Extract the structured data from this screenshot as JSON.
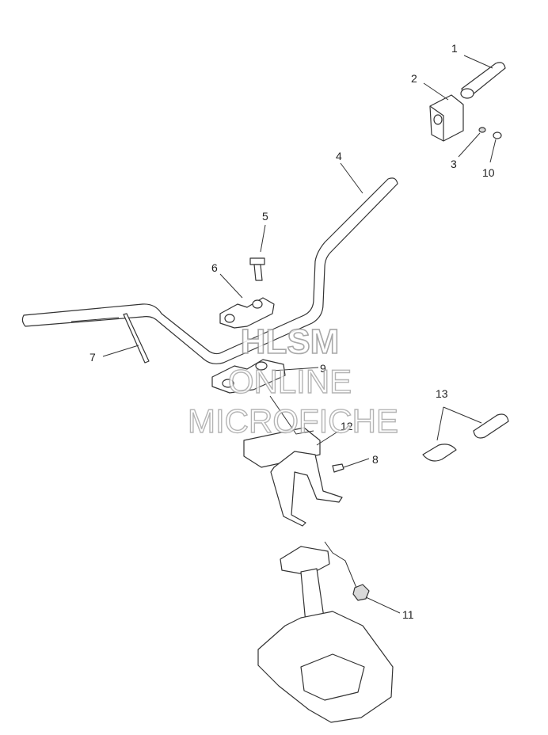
{
  "callouts": [
    "1",
    "2",
    "3",
    "4",
    "5",
    "6",
    "7",
    "8",
    "9",
    "10",
    "11",
    "12",
    "13"
  ],
  "watermark": {
    "line1": "HLSM",
    "line2": "ONLINE",
    "line3": "MICROFICHE"
  }
}
